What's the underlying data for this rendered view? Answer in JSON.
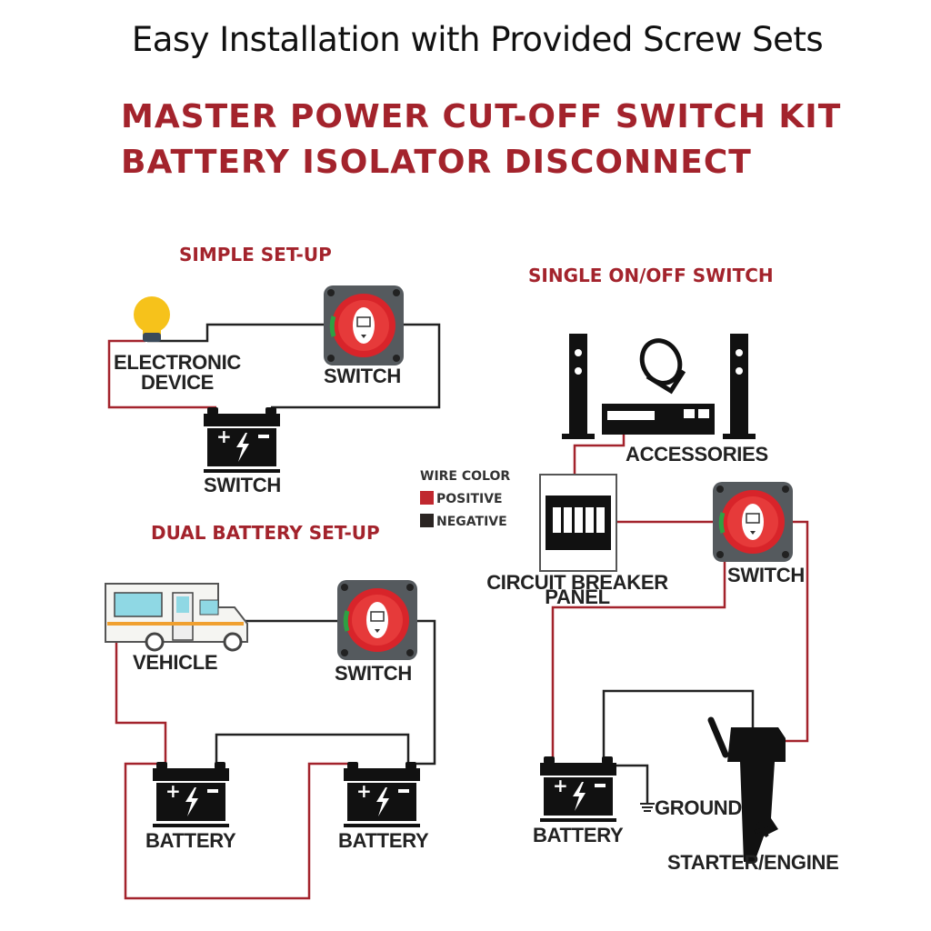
{
  "top_title": "Easy Installation with Provided Screw Sets",
  "headline": {
    "line1": "MASTER POWER CUT-OFF SWITCH KIT",
    "line2": "BATTERY ISOLATOR DISCONNECT"
  },
  "colors": {
    "positive_wire": "#a3232c",
    "negative_wire": "#222222",
    "accent_red": "#a3232c"
  },
  "legend": {
    "title": "WIRE COLOR",
    "items": [
      {
        "label": "POSITIVE",
        "color": "#c0282f"
      },
      {
        "label": "NEGATIVE",
        "color": "#2b2523"
      }
    ]
  },
  "simple_setup": {
    "title": "SIMPLE SET-UP",
    "device_label_1": "ELECTRONIC",
    "device_label_2": "DEVICE",
    "switch_label": "SWITCH",
    "battery_label": "SWITCH"
  },
  "dual_setup": {
    "title": "DUAL BATTERY SET-UP",
    "vehicle_label": "VEHICLE",
    "switch_label": "SWITCH",
    "battery1_label": "BATTERY",
    "battery2_label": "BATTERY"
  },
  "single_switch": {
    "title": "SINGLE ON/OFF SWITCH",
    "accessories_label": "ACCESSORIES",
    "breaker_label_1": "CIRCUIT BREAKER",
    "breaker_label_2": "PANEL",
    "switch_label": "SWITCH",
    "battery_label": "BATTERY",
    "ground_label": "GROUND",
    "engine_label": "STARTER/ENGINE"
  }
}
